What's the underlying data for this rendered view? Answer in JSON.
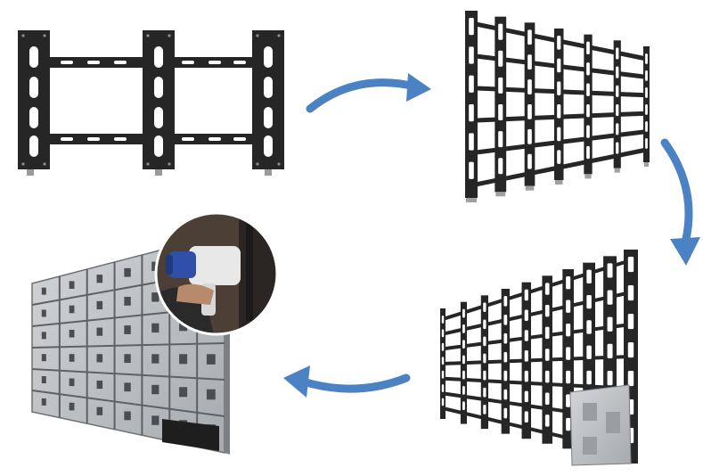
{
  "diagram": {
    "steps": [
      {
        "id": "single-bracket",
        "label": ""
      },
      {
        "id": "bracket-array-front",
        "label": ""
      },
      {
        "id": "bracket-array-with-module",
        "label": ""
      },
      {
        "id": "assembled-led-wall",
        "label": ""
      }
    ],
    "flow_direction": "clockwise",
    "colors": {
      "frame": "#262626",
      "frame_light": "#3a3a3a",
      "arrow": "#4a82c4",
      "panel": "#b9bcc0",
      "panel_dark": "#8e9196",
      "background": "#ffffff"
    },
    "inset": {
      "depicts": "handheld-vacuum-tool"
    }
  }
}
